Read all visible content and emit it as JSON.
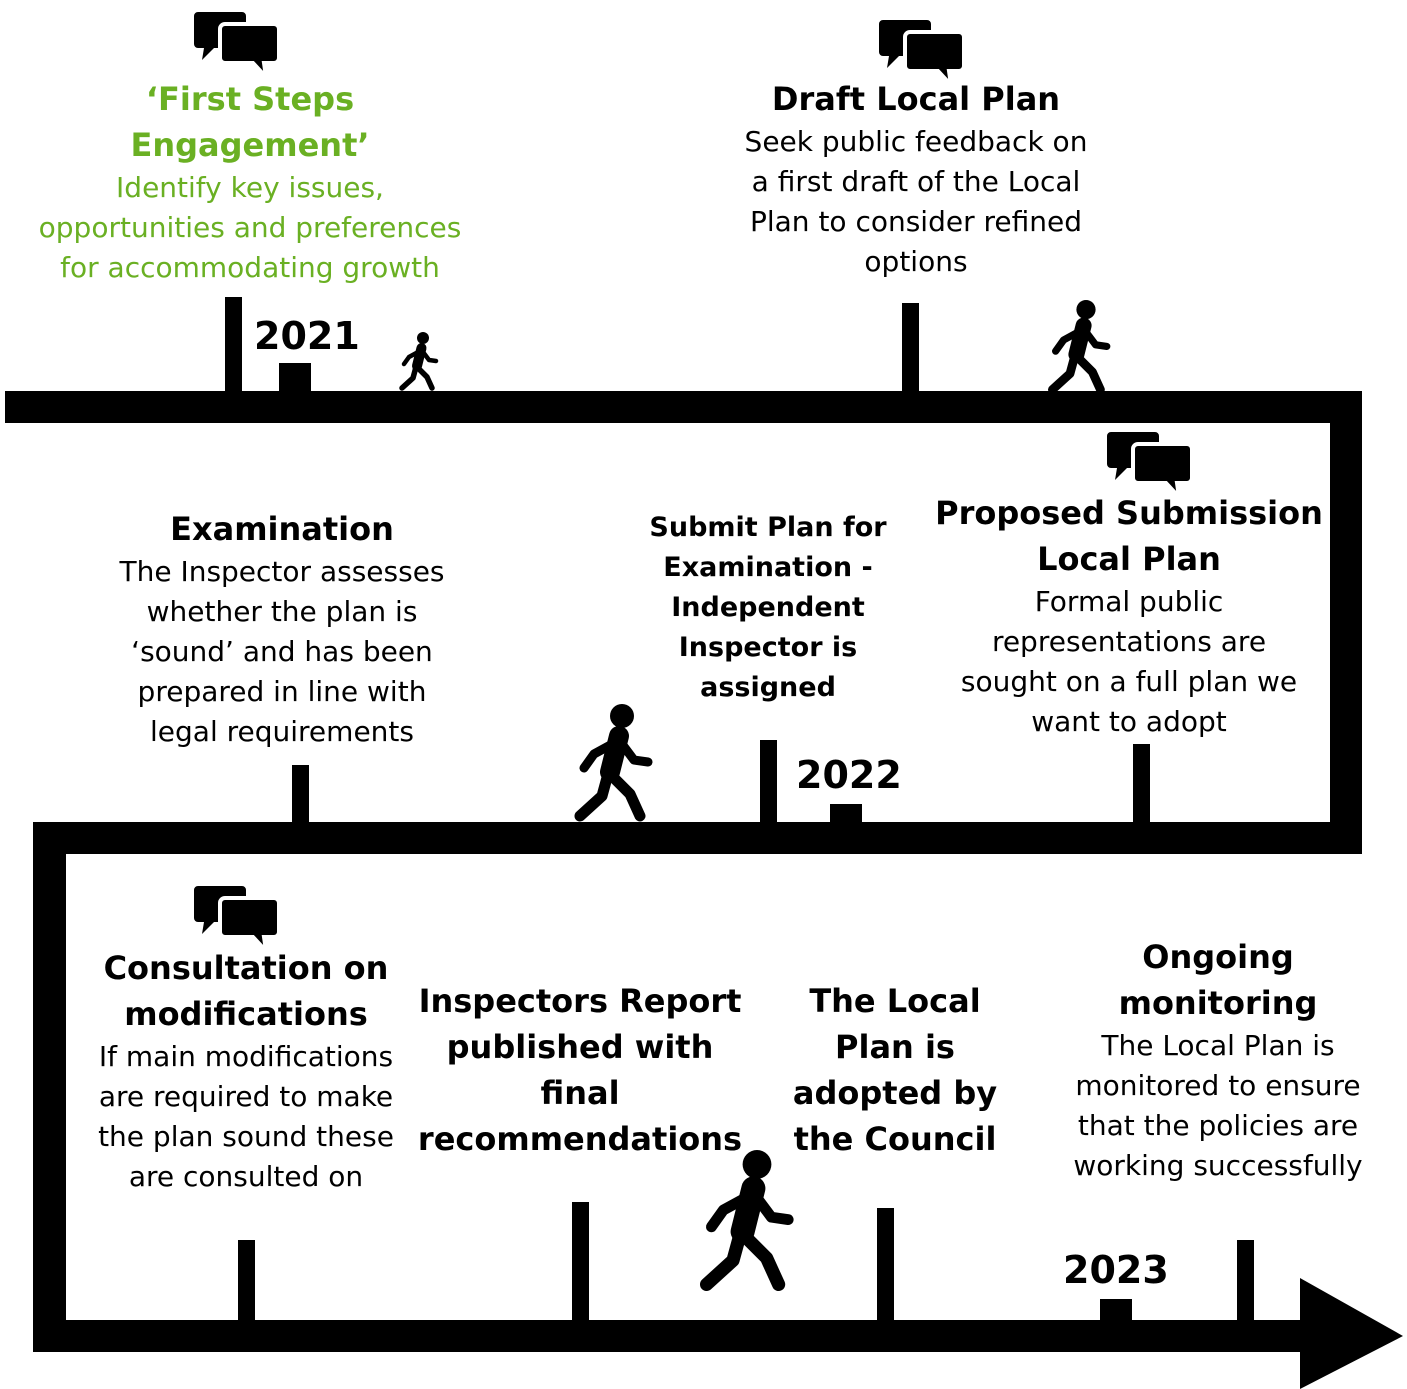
{
  "accent_color": "#6ab023",
  "line_color": "#000000",
  "years": [
    "2021",
    "2022",
    "2023"
  ],
  "stages": [
    {
      "title": "‘First Steps Engagement’",
      "description": "Identify key issues, opportunities and preferences for accommodating growth",
      "highlighted": true,
      "icon": "speech-bubbles-icon"
    },
    {
      "title": "Draft Local Plan",
      "description": "Seek public feedback on a first draft of the Local Plan to consider refined options",
      "icon": "speech-bubbles-icon"
    },
    {
      "title": "Proposed Submission Local Plan",
      "description": "Formal public representations are sought on a full plan we want to adopt",
      "icon": "speech-bubbles-icon"
    },
    {
      "title": "Submit Plan for Examination - Independent Inspector is assigned",
      "description": ""
    },
    {
      "title": "Examination",
      "description": "The Inspector  assesses whether the plan is ‘sound’ and has been prepared in line with legal requirements"
    },
    {
      "title": "Consultation on modifications",
      "description": "If main modifications are required to make the plan sound these are consulted on",
      "icon": "speech-bubbles-icon"
    },
    {
      "title": "Inspectors Report published with final recommendations",
      "description": ""
    },
    {
      "title": "The Local Plan is adopted by the Council",
      "description": ""
    },
    {
      "title": "Ongoing monitoring",
      "description": "The Local Plan is monitored to ensure that the policies are working successfully"
    }
  ],
  "walker_icon": "walking-person-icon"
}
